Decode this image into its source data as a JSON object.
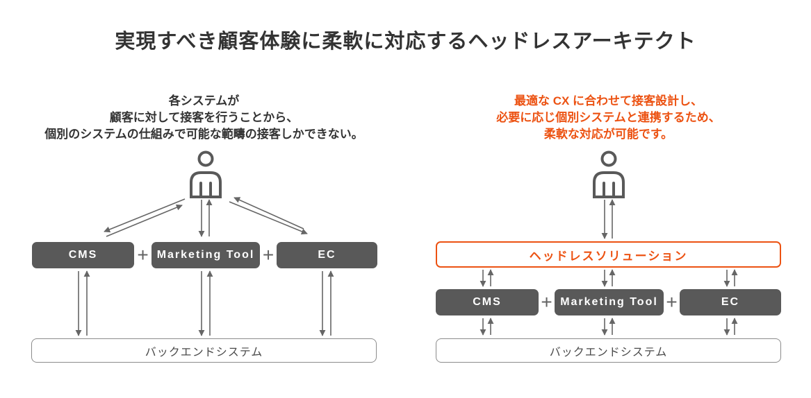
{
  "title": "実現すべき顧客体験に柔軟に対応するヘッドレスアーキテクト",
  "colors": {
    "accent_orange": "#EC5212",
    "box_gray": "#595959",
    "arrow_gray": "#666666",
    "border_gray": "#8B8B8B",
    "text_dark": "#333333"
  },
  "icons": {
    "person": "outlined-user-bust"
  },
  "left": {
    "caption_lines": [
      "各システムが",
      "顧客に対して接客を行うことから、",
      "個別のシステムの仕組みで可能な範疇の接客しかできない。"
    ],
    "systems": [
      "CMS",
      "Marketing Tool",
      "EC"
    ],
    "plus": "+",
    "backend_label": "バックエンドシステム"
  },
  "right": {
    "caption_lines": [
      "最適な CX に合わせて接客設計し、",
      "必要に応じ個別システムと連携するため、",
      "柔軟な対応が可能です。"
    ],
    "headless_label": "ヘッドレスソリューション",
    "systems": [
      "CMS",
      "Marketing Tool",
      "EC"
    ],
    "plus": "+",
    "backend_label": "バックエンドシステム"
  }
}
